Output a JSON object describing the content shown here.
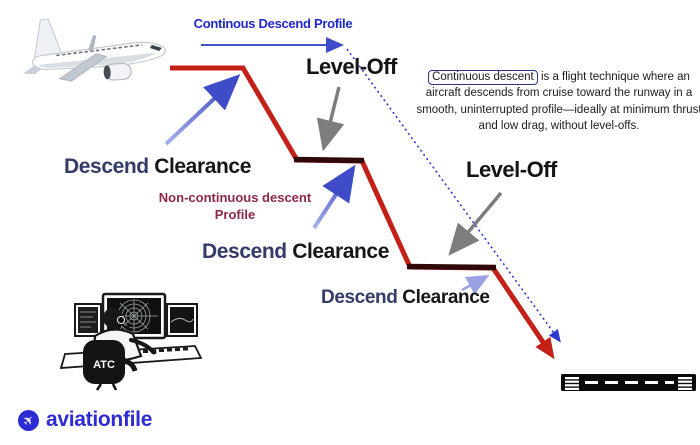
{
  "labels": {
    "continuous_profile": "Continous Descend Profile",
    "level_off_1": "Level-Off",
    "level_off_2": "Level-Off",
    "descend_clearance_1": {
      "descend": "Descend",
      "clearance": "Clearance"
    },
    "descend_clearance_2": {
      "descend": "Descend",
      "clearance": "Clearance"
    },
    "descend_clearance_3": {
      "descend": "Descend",
      "clearance": "Clearance"
    },
    "non_continuous_line1": "Non-continuous descent",
    "non_continuous_line2": "Profile"
  },
  "info_box": {
    "boxed_phrase": "Continuous descent",
    "text_after": "is a flight technique where an aircraft descends from cruise toward the runway in a smooth, uninterrupted profile—ideally at minimum thrust and low drag, without level-offs."
  },
  "atc": {
    "chair_label": "ATC"
  },
  "brand": {
    "name": "aviationfile",
    "icon": "airplane-circle-icon"
  },
  "colors": {
    "profile_red": "#c32118",
    "level_off_dark": "#300a0a",
    "title_blue": "#2028c8",
    "descend_navy": "#333b69",
    "clearance_black": "#161616",
    "non_continuous_maroon": "#8d2848",
    "arrow_blue": "#4653c8",
    "arrow_grey": "#7d7d7d",
    "arrow_lavender": "#9aa2e4",
    "dotted_blue": "#3138cf",
    "brand_blue": "#2d2bd4",
    "runway_black": "#0a0a0a"
  }
}
